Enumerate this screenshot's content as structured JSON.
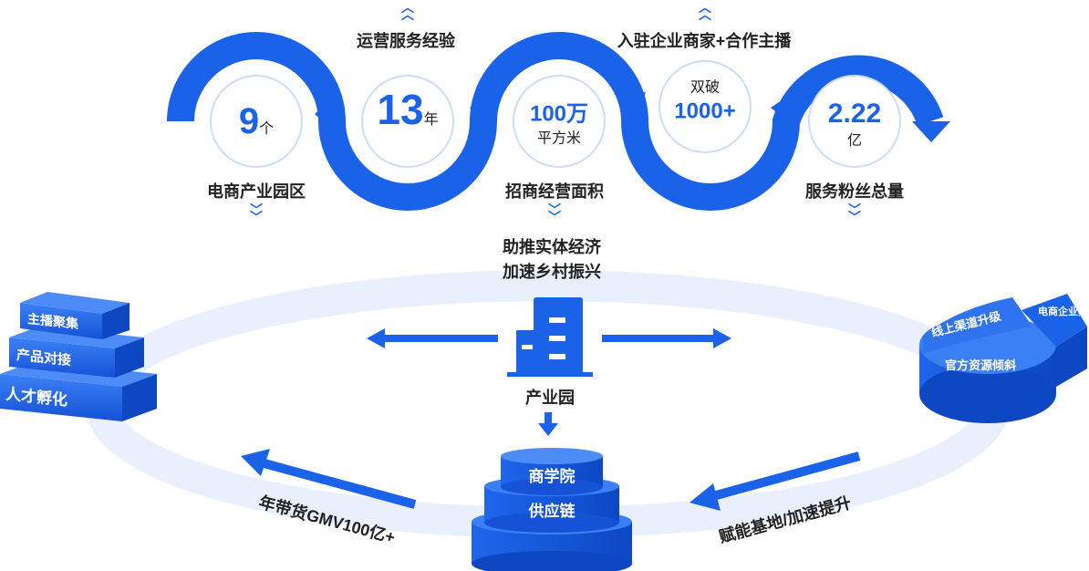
{
  "stats": [
    {
      "value": "9",
      "unit": "个",
      "label": "电商产业园区"
    },
    {
      "value": "13",
      "unit": "年",
      "label": "运营服务经验"
    },
    {
      "value": "100万",
      "unit": "平方米",
      "label": "招商经营面积"
    },
    {
      "value_line1": "双破",
      "value_line2": "1000+",
      "label": "入驻企业商家+合作主播"
    },
    {
      "value": "2.22",
      "unit": "亿",
      "label": "服务粉丝总量"
    }
  ],
  "center": {
    "line1": "助推实体经济",
    "line2": "加速乡村振兴",
    "park_label": "产业园"
  },
  "left_stairs": [
    "主播聚集",
    "产品对接",
    "人才孵化"
  ],
  "right_cylinder": {
    "top": "线上渠道升级",
    "side": "官方资源倾斜",
    "wedge": "电商企业孵化"
  },
  "cake": [
    "商学院",
    "供应链"
  ],
  "arrows": {
    "left_text": "年带货GMV100亿+",
    "right_text": "赋能基地/加速提升"
  },
  "colors": {
    "primary": "#1a63e8",
    "light": "#e9effc",
    "dark": "#0f4fc4"
  }
}
